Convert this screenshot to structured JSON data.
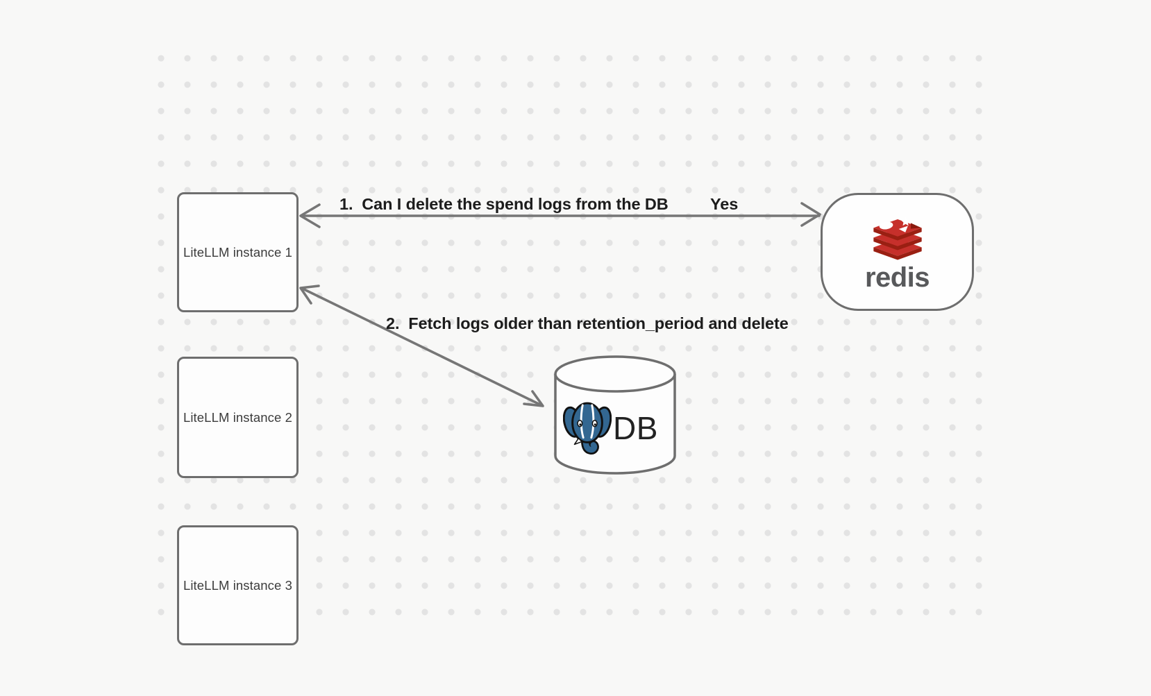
{
  "canvas": {
    "background_color": "#f8f8f7",
    "dot_color": "#e3e3e3"
  },
  "nodes": {
    "litellm_instances": [
      {
        "label": "LiteLLM instance 1"
      },
      {
        "label": "LiteLLM instance 2"
      },
      {
        "label": "LiteLLM instance 3"
      }
    ],
    "redis": {
      "wordmark": "redis",
      "icon": "redis-stack-icon",
      "logo_red": "#c6302b",
      "logo_dark_red": "#9a1f12",
      "wordmark_color": "#58595b"
    },
    "database": {
      "label": "DB",
      "icon": "postgresql-elephant-icon",
      "postgres_blue": "#336791"
    }
  },
  "edges": [
    {
      "label": "1.  Can I delete the spend logs from the DB",
      "reply": "Yes",
      "from": "LiteLLM instance 1",
      "to": "redis",
      "style": "bidirectional-arrow",
      "color": "#767676"
    },
    {
      "label": "2.  Fetch logs older than retention_period and delete",
      "from": "LiteLLM instance 1",
      "to": "DB",
      "style": "bidirectional-arrow",
      "color": "#767676"
    }
  ]
}
